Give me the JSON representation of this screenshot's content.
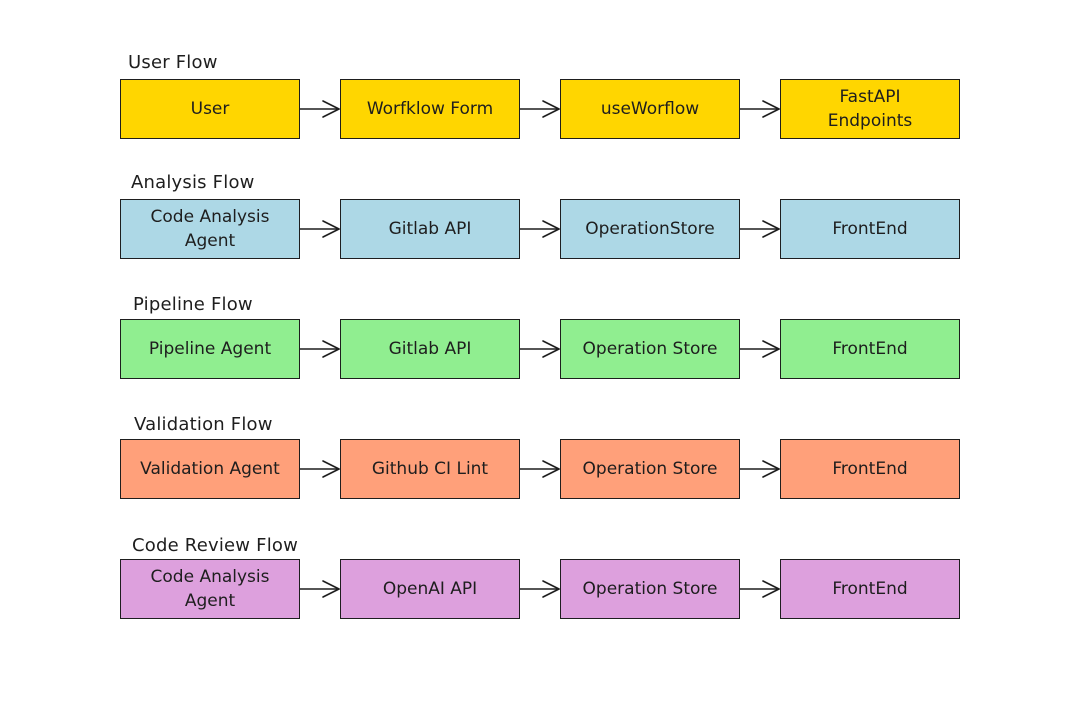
{
  "flows": [
    {
      "title": "User Flow",
      "color": "#ffd600",
      "nodes": [
        "User",
        "Worfklow Form",
        "useWorflow",
        "FastAPI\nEndpoints"
      ]
    },
    {
      "title": "Analysis Flow",
      "color": "#add8e6",
      "nodes": [
        "Code Analysis\nAgent",
        "Gitlab API",
        "OperationStore",
        "FrontEnd"
      ]
    },
    {
      "title": "Pipeline Flow",
      "color": "#90ee90",
      "nodes": [
        "Pipeline Agent",
        "Gitlab API",
        "Operation Store",
        "FrontEnd"
      ]
    },
    {
      "title": "Validation Flow",
      "color": "#ffa07a",
      "nodes": [
        "Validation Agent",
        "Github CI Lint",
        "Operation Store",
        "FrontEnd"
      ]
    },
    {
      "title": "Code Review Flow",
      "color": "#dda0dd",
      "nodes": [
        "Code Analysis\nAgent",
        "OpenAI API",
        "Operation Store",
        "FrontEnd"
      ]
    }
  ]
}
